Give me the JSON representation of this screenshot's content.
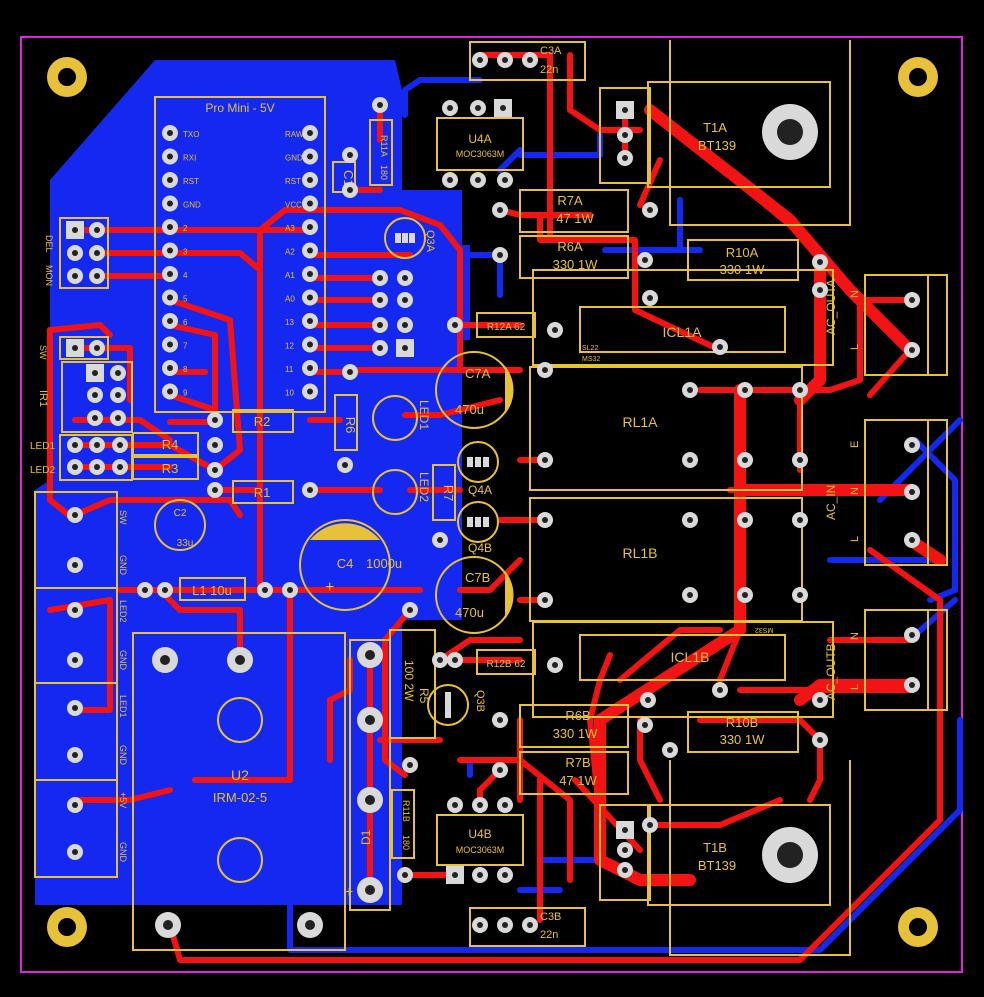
{
  "board": {
    "title": "Pro Mini - 5V",
    "colors": {
      "background": "#000000",
      "copper_top": "#f21414",
      "copper_bottom": "#1428f0",
      "silkscreen": "#e8c13a",
      "outline": "#e024e0",
      "pad": "#d9d9d9"
    }
  },
  "labels": {
    "c3a": "C3A",
    "c3a_val": "22n",
    "u4a": "U4A",
    "u4a_val": "MOC3063M",
    "t1a": "T1A",
    "t1a_val": "BT139",
    "r7a": "R7A",
    "r7a_val": "47 1W",
    "r6a": "R6A",
    "r6a_val": "330 1W",
    "r10a": "R10A",
    "r10a_val": "330 1W",
    "r11a": "R11A",
    "r11a_val": "180",
    "c1": "C1",
    "q3a": "Q3A",
    "r12a": "R12A 62",
    "icl1a": "ICL1A",
    "c7a": "C7A",
    "c7a_val": "470u",
    "rl1a": "RL1A",
    "r6": "R6",
    "led1": "LED1",
    "q4a": "Q4A",
    "r2": "R2",
    "r4": "R4",
    "r3": "R3",
    "r1": "R1",
    "r7": "R7",
    "led2": "LED2",
    "q4b": "Q4B",
    "rl1b": "RL1B",
    "c2": "C2",
    "c2_val": "33u",
    "c4": "C4",
    "c4_val": "1000u",
    "c7b": "C7B",
    "c7b_val": "470u",
    "l1": "L1 10u",
    "icl1b": "ICL1B",
    "r12b": "R12B 62",
    "r5": "R5",
    "r5_val": "100 2W",
    "q3b": "Q3B",
    "r6b": "R6B",
    "r6b_val": "330 1W",
    "r10b": "R10B",
    "r10b_val": "330 1W",
    "r7b": "R7B",
    "r7b_val": "47 1W",
    "u2": "U2",
    "u2_val": "IRM-02-5",
    "r11b": "R11B",
    "r11b_val": "180",
    "d1": "D1",
    "u4b": "U4B",
    "u4b_val": "MOC3063M",
    "t1b": "T1B",
    "t1b_val": "BT139",
    "c3b": "C3B",
    "c3b_val": "22n",
    "ac_outa": "AC_OUTA",
    "ac_in": "AC_IN",
    "ac_outb": "AC_OUTB",
    "n": "N",
    "l": "L",
    "e": "E",
    "ir1": "IR1",
    "sw": "SW",
    "del": "DEL",
    "mon": "MON",
    "led1_hdr": "LED1",
    "led2_hdr": "LED2",
    "sl22": "SL22",
    "ms32": "MS32",
    "gnd": "GND",
    "plus5v": "+5V",
    "plus": "+"
  },
  "pins_left": [
    "TXO",
    "RXI",
    "RST",
    "GND",
    "2",
    "3",
    "4",
    "5",
    "6",
    "7",
    "8",
    "9"
  ],
  "pins_right": [
    "RAW",
    "GND",
    "RST",
    "VCC",
    "A3",
    "A2",
    "A1",
    "A0",
    "13",
    "12",
    "11",
    "10"
  ]
}
